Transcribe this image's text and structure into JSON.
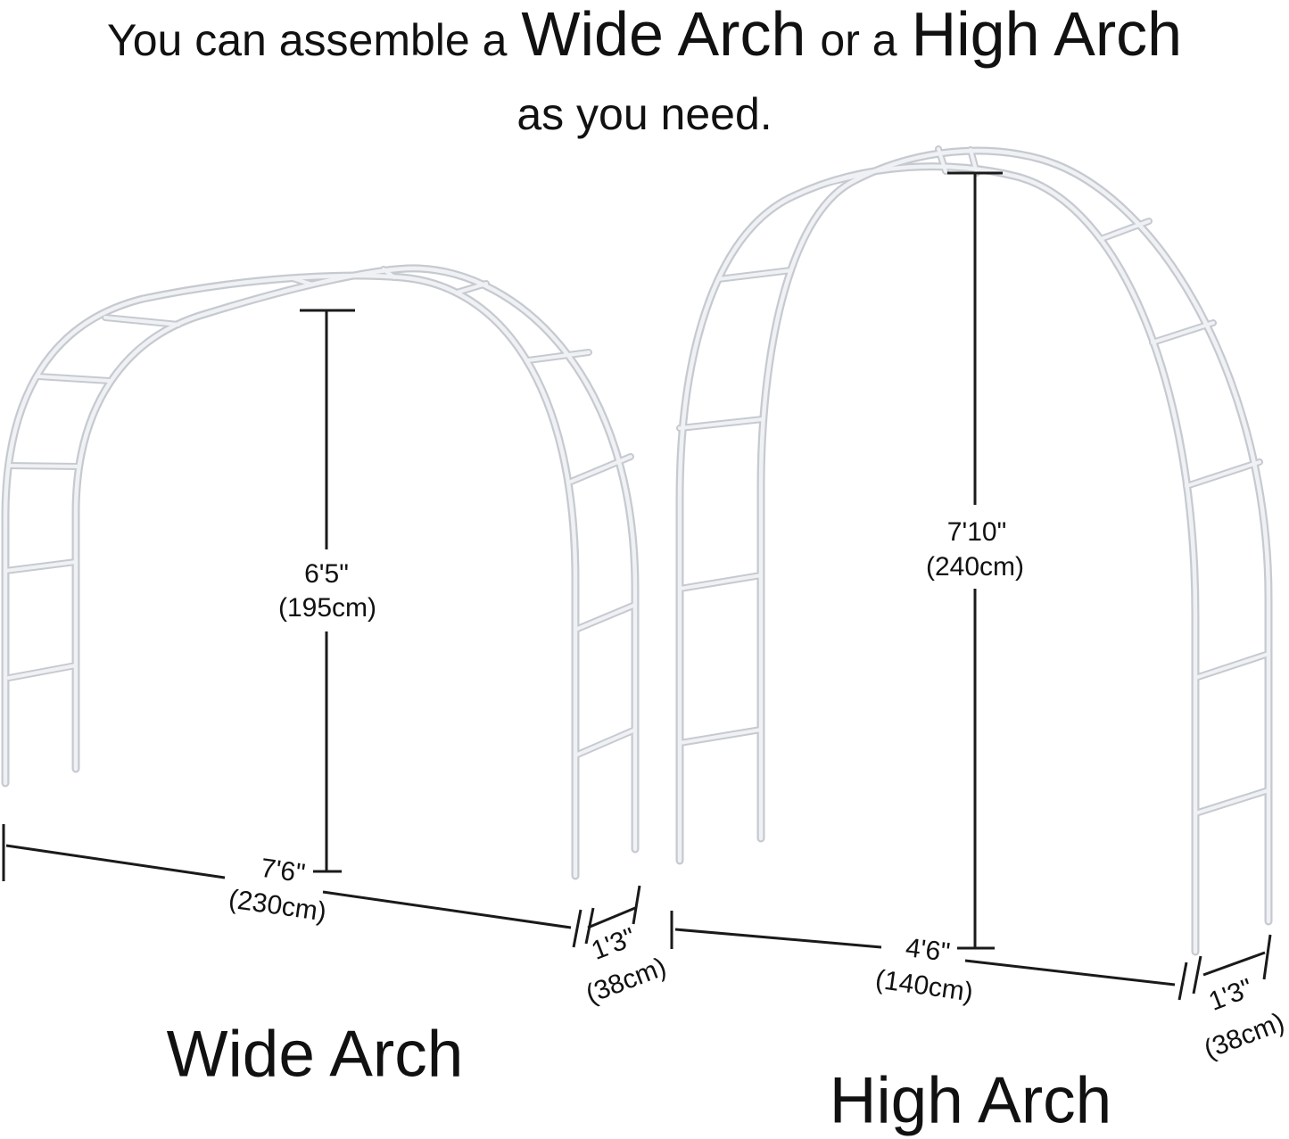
{
  "title": {
    "part1": "You can assemble a",
    "wide": "Wide Arch",
    "part2": "or a",
    "high": "High Arch",
    "line2": "as you need."
  },
  "wide_arch": {
    "label": "Wide Arch",
    "height": "6'5\"",
    "height_metric": "(195cm)",
    "width": "7'6\"",
    "width_metric": "(230cm)",
    "depth": "1'3\"",
    "depth_metric": "(38cm)"
  },
  "high_arch": {
    "label": "High Arch",
    "height": "7'10\"",
    "height_metric": "(240cm)",
    "width": "4'6\"",
    "width_metric": "(140cm)",
    "depth": "1'3\"",
    "depth_metric": "(38cm)"
  },
  "colors": {
    "background": "#ffffff",
    "text": "#111111",
    "dim-line": "#1a1a1a",
    "frame-edge": "#c6cad0",
    "frame-fill": "#f0f1f4"
  }
}
